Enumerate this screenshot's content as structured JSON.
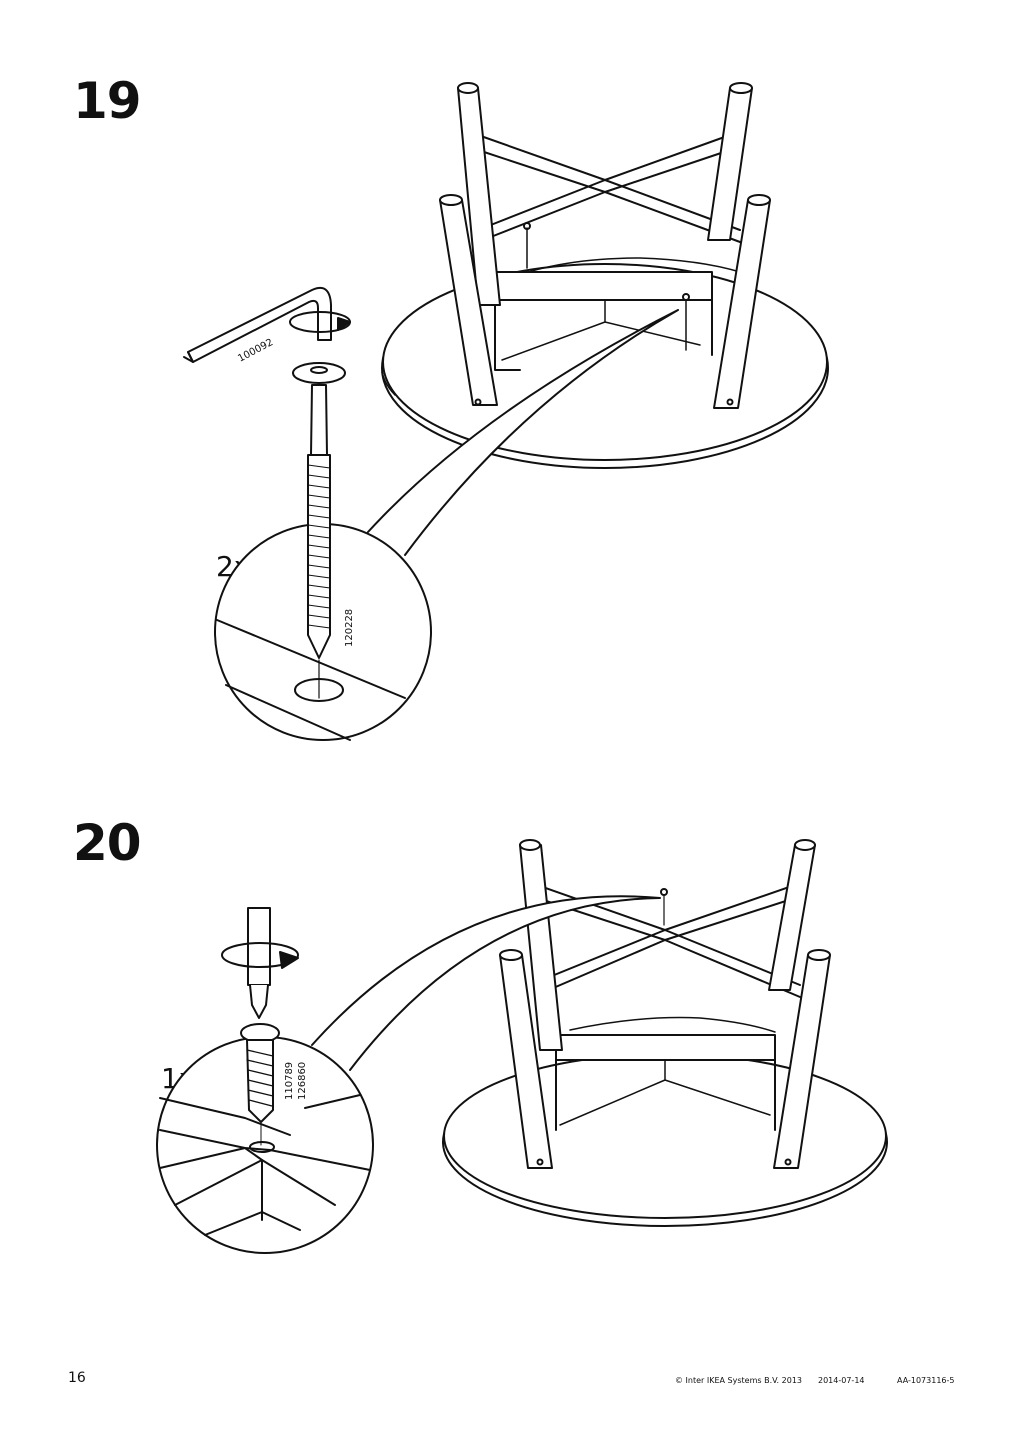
{
  "steps": [
    {
      "number": "19",
      "quantity": "2x",
      "part_ids": [
        "100092",
        "120228"
      ]
    },
    {
      "number": "20",
      "quantity": "1x",
      "part_ids": [
        "110789",
        "126860"
      ]
    }
  ],
  "footer": {
    "page_number": "16",
    "copyright": "© Inter IKEA Systems B.V. 2013",
    "date": "2014-07-14",
    "doc_id": "AA-1073116-5"
  }
}
